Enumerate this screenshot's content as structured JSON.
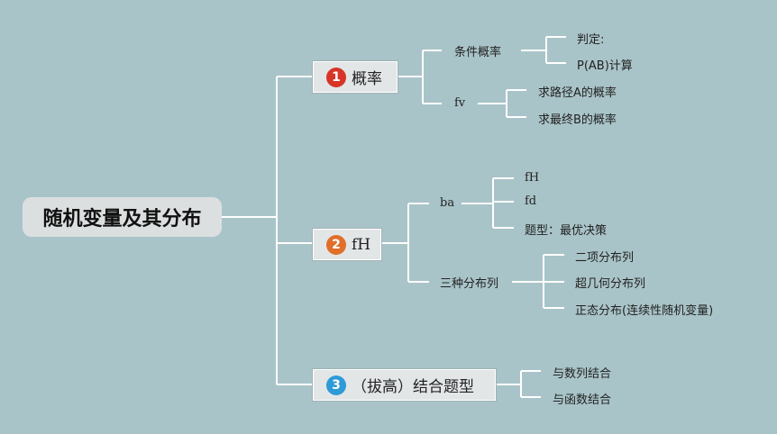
{
  "root": {
    "label": "随机变量及其分布"
  },
  "branches": [
    {
      "number": "1",
      "label": "概率",
      "color": "#d63527",
      "children": [
        {
          "label": "条件概率",
          "children": [
            "判定:",
            "P(AB)计算"
          ]
        },
        {
          "label": "fv",
          "children": [
            "求路径A的概率",
            "求最终B的概率"
          ]
        }
      ]
    },
    {
      "number": "2",
      "label": "fH",
      "color": "#e06f2a",
      "children": [
        {
          "label": "ba",
          "children": [
            "fH",
            "fd",
            "题型：最优决策"
          ]
        },
        {
          "label": "三种分布列",
          "children": [
            "二项分布列",
            "超几何分布列",
            "正态分布(连续性随机变量)"
          ]
        }
      ]
    },
    {
      "number": "3",
      "label": "（拔高）结合题型",
      "color": "#2e9ad8",
      "children": [
        "与数列结合",
        "与函数结合"
      ]
    }
  ],
  "colors": {
    "background": "#a9c4c8",
    "line": "#ffffff",
    "root_fill": "#dcdfe0",
    "box_fill": "#e3e6e7"
  }
}
